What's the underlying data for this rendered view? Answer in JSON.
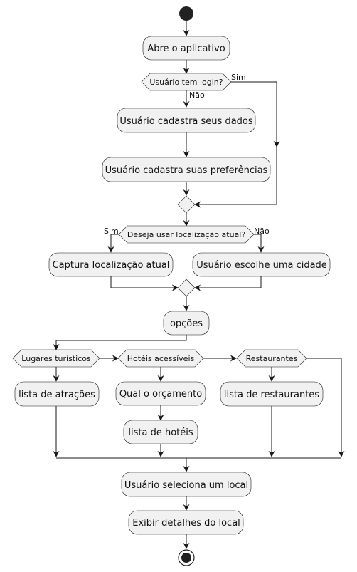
{
  "diagram": {
    "actions": {
      "abre": "Abre o aplicativo",
      "cadastra_dados": "Usuário cadastra seus dados",
      "cadastra_pref": "Usuário cadastra suas preferências",
      "captura": "Captura localização atual",
      "escolhe_cidade": "Usuário escolhe uma cidade",
      "opcoes": "opções",
      "lista_atracoes": "lista de atrações",
      "qual_orcamento": "Qual o orçamento",
      "lista_hoteis": "lista de hotéis",
      "lista_restaurantes": "lista de restaurantes",
      "seleciona": "Usuário seleciona um local",
      "exibir": "Exibir detalhes do local"
    },
    "decisions": {
      "login": "Usuário tem login?",
      "localizacao": "Deseja usar localização atual?",
      "turisticos": "Lugares turísticos",
      "hoteis": "Hotéis acessíveis",
      "restaurantes": "Restaurantes"
    },
    "edge_labels": {
      "login_yes": "Sim",
      "login_no": "Não",
      "loc_yes": "Sim",
      "loc_no": "Não"
    },
    "colors": {
      "node_fill": "#f1f1f1",
      "stroke": "#181818",
      "start_fill": "#222222"
    }
  }
}
